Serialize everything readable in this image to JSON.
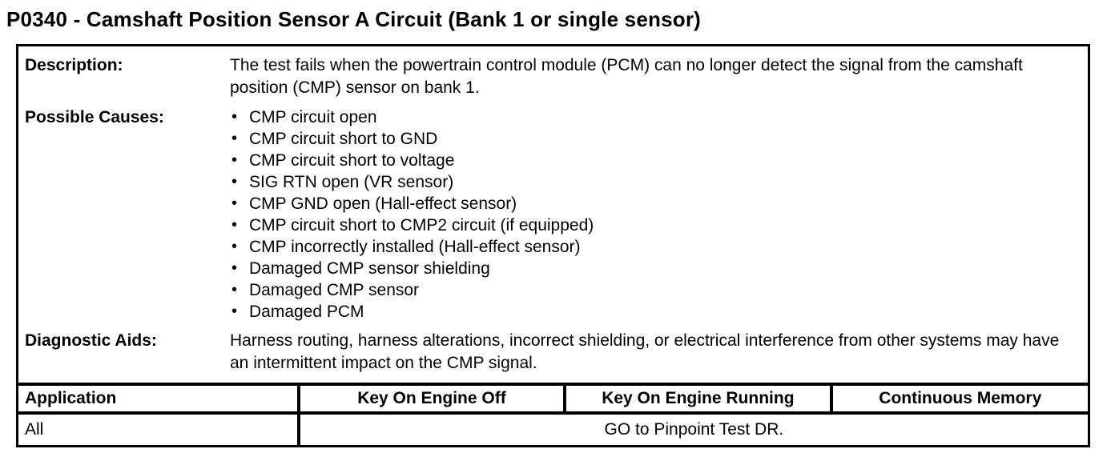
{
  "title": "P0340 - Camshaft Position Sensor A Circuit (Bank 1 or single sensor)",
  "sections": {
    "description": {
      "label": "Description:",
      "text": "The test fails when the powertrain control module (PCM) can no longer detect the signal from the camshaft position (CMP) sensor on bank 1."
    },
    "possible_causes": {
      "label": "Possible Causes:",
      "items": [
        "CMP circuit open",
        "CMP circuit short to GND",
        "CMP circuit short to voltage",
        "SIG RTN open (VR sensor)",
        "CMP GND open (Hall-effect sensor)",
        "CMP circuit short to CMP2 circuit (if equipped)",
        "CMP incorrectly installed (Hall-effect sensor)",
        "Damaged CMP sensor shielding",
        "Damaged CMP sensor",
        "Damaged PCM"
      ]
    },
    "diagnostic_aids": {
      "label": "Diagnostic Aids:",
      "text": "Harness routing, harness alterations, incorrect shielding, or electrical interference from other systems may have an intermittent impact on the CMP signal."
    }
  },
  "application_table": {
    "headers": [
      "Application",
      "Key On Engine Off",
      "Key On Engine Running",
      "Continuous Memory"
    ],
    "row": {
      "application": "All",
      "action": "GO to Pinpoint Test DR."
    }
  },
  "colors": {
    "text": "#000000",
    "background": "#ffffff",
    "border": "#000000"
  }
}
